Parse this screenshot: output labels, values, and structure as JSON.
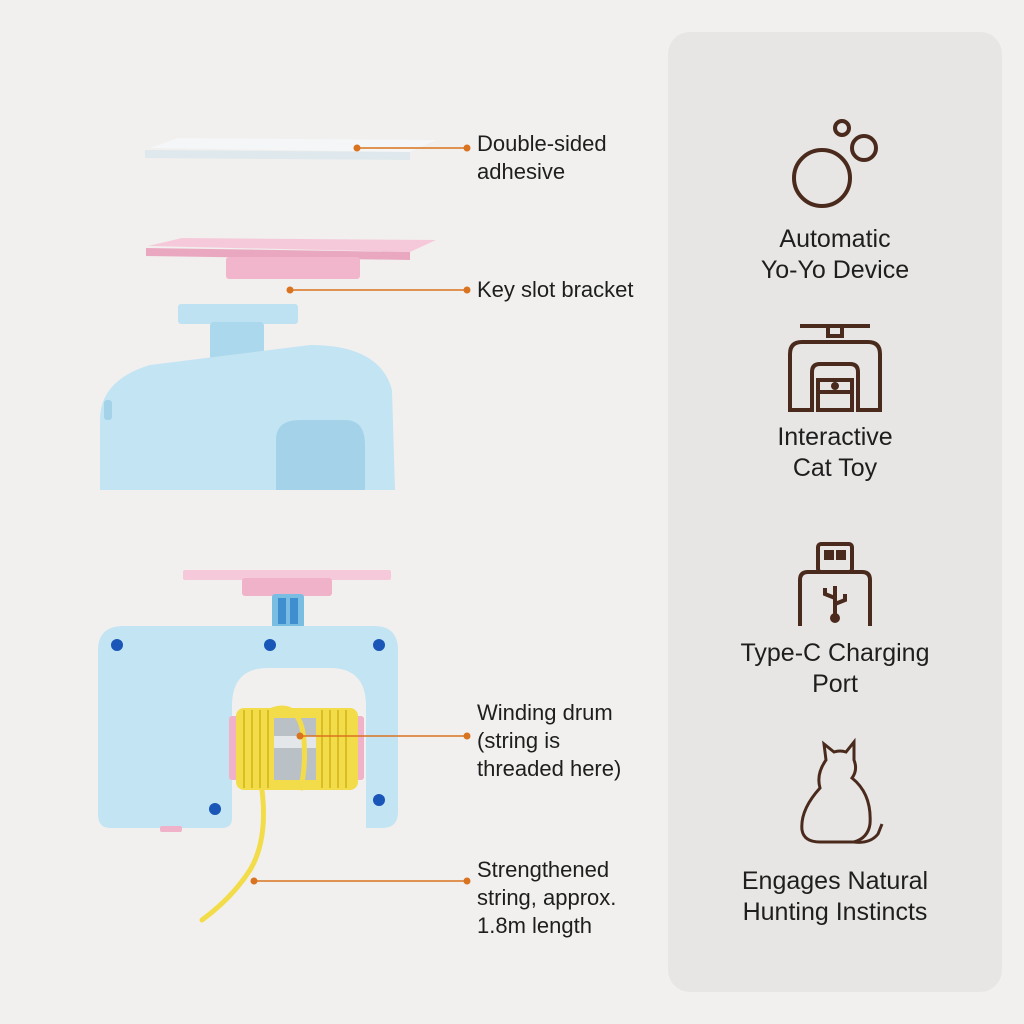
{
  "callouts": {
    "adhesive": "Double-sided\nadhesive",
    "bracket": "Key slot bracket",
    "drum": "Winding drum\n(string is\nthreaded here)",
    "string": "Strengthened\nstring, approx.\n1.8m length"
  },
  "features": [
    {
      "icon": "bubbles-icon",
      "label": "Automatic\nYo-Yo Device"
    },
    {
      "icon": "cat-toy-device-icon",
      "label": "Interactive\nCat Toy"
    },
    {
      "icon": "usb-plug-icon",
      "label": "Type-C Charging\nPort"
    },
    {
      "icon": "cat-silhouette-icon",
      "label": "Engages Natural\nHunting Instincts"
    }
  ],
  "colors": {
    "accent_line": "#d9731f",
    "device_blue": "#bfe2f2",
    "bracket_pink": "#f3bfd3",
    "string_yellow": "#f3dc4a",
    "icon_brown": "#4a2a1c",
    "screw_blue": "#1a56b8"
  }
}
